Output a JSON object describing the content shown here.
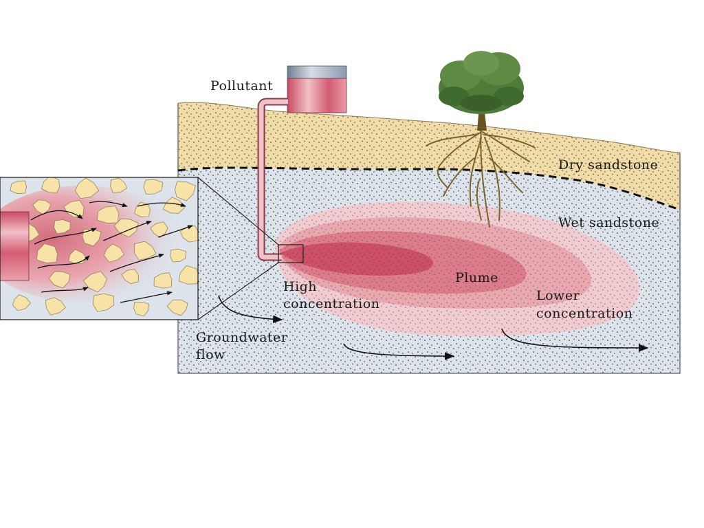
{
  "labels": {
    "pollutant": "Pollutant",
    "dry_sandstone": "Dry sandstone",
    "wet_sandstone": "Wet sandstone",
    "high_concentration_1": "High",
    "high_concentration_2": "concentration",
    "plume": "Plume",
    "lower_concentration_1": "Lower",
    "lower_concentration_2": "concentration",
    "groundwater_1": "Groundwater",
    "groundwater_2": "flow"
  },
  "colors": {
    "dry_sand": "#f1dba6",
    "wet_sand": "#dde3ea",
    "plume_outer": "#f2c9cd",
    "plume_mid": "#e8a3ac",
    "plume_inner": "#d97383",
    "plume_core": "#c94a62",
    "grain": "#f7e2a8",
    "tree_foliage": "#4f7a3a",
    "tree_trunk": "#6a5322"
  }
}
